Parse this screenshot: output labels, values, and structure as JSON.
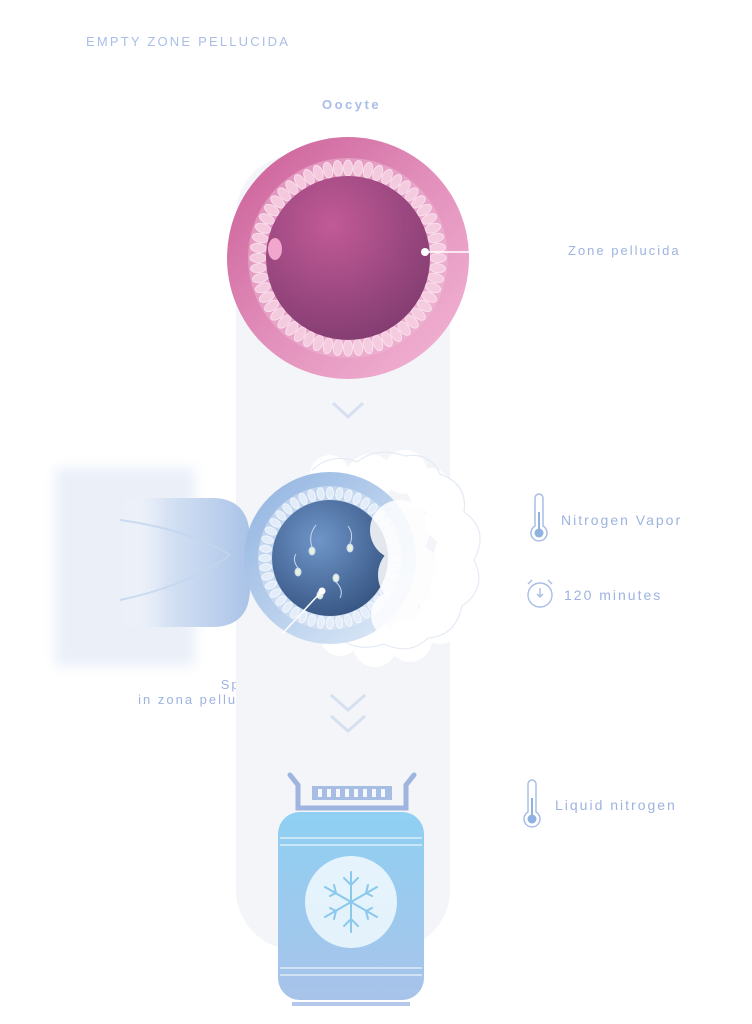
{
  "header": {
    "title": "EMPTY ZONE PELLUCIDA"
  },
  "stages": {
    "oocyte_title": "Oocyte",
    "zone_label": "Zone pellucida",
    "sperm_label_line1": "Sperm",
    "sperm_label_line2": "in zona pellucida"
  },
  "conditions": {
    "vapor": "Nitrogen Vapor",
    "duration": "120 minutes",
    "storage": "Liquid nitrogen"
  },
  "icons": [
    "thermometer-icon",
    "timer-icon",
    "chevron-down-icon",
    "snowflake-icon"
  ],
  "colors": {
    "label": "#9db3e0",
    "oocyte": "#c95b95",
    "cryo": "#6f96c9",
    "tank": "#8fd0f2"
  }
}
